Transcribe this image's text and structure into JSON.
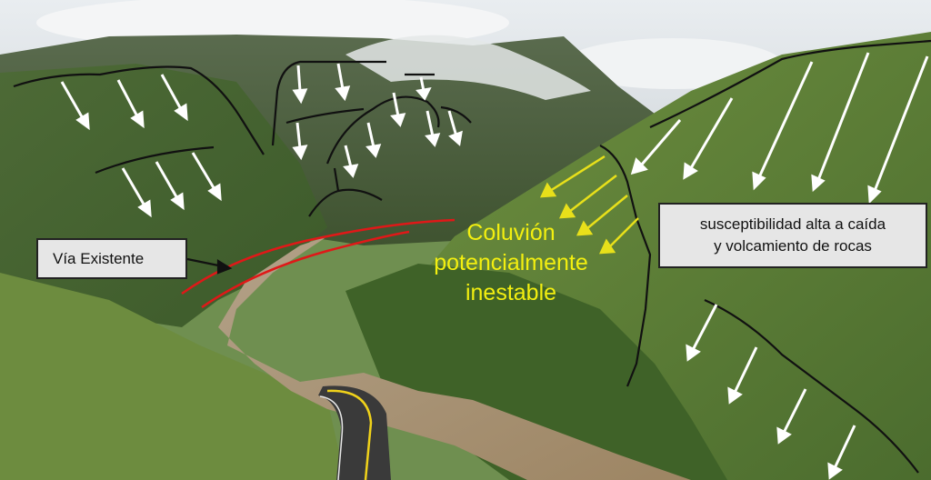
{
  "labels": {
    "via_existente": "Vía Existente",
    "rock_susceptibility": [
      "susceptibilidad alta a caída",
      "y volcamiento de rocas"
    ],
    "coluvion": [
      "Coluvión",
      "potencialmente",
      "inestable"
    ]
  },
  "colors": {
    "sky": "#eef1f3",
    "cloud": "#f5f6f7",
    "vegetation_dark": "#3f5f2e",
    "vegetation_mid": "#5c7f3a",
    "vegetation_light": "#7fa04a",
    "river": "#a89276",
    "road": "#3a3a3a",
    "road_line": "#f0d21a",
    "scarp_line": "#111111",
    "arrow_white": "#ffffff",
    "arrow_yellow": "#e8e01a",
    "road_trace_red": "#e01818",
    "label_yellow": "#f3ef10"
  }
}
